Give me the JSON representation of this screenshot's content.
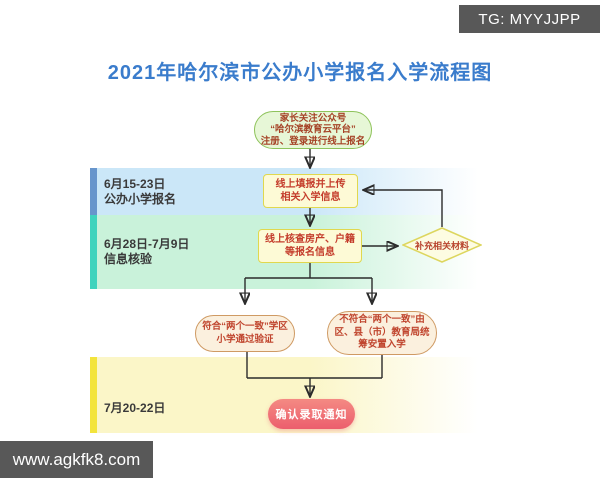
{
  "watermarks": {
    "top_right": "TG: MYYJJPP",
    "bottom_left": "www.agkfk8.com"
  },
  "title": "2021年哈尔滨市公办小学报名入学流程图",
  "timeline": {
    "phase1": {
      "date": "6月15-23日",
      "label": "公办小学报名"
    },
    "phase2": {
      "date": "6月28日-7月9日",
      "label": "信息核验"
    },
    "phase3": {
      "date": "7月20-22日"
    }
  },
  "nodes": {
    "start": {
      "lines": [
        "家长关注公众号",
        "“哈尔滨教育云平台”",
        "注册、登录进行线上报名"
      ]
    },
    "fill_info": {
      "lines": [
        "线上填报并上传",
        "相关入学信息"
      ]
    },
    "verify_info": {
      "lines": [
        "线上核查房产、户籍",
        "等报名信息"
      ]
    },
    "supplement": {
      "lines": [
        "补充相关材料"
      ]
    },
    "pass": {
      "lines": [
        "符合“两个一致”学区",
        "小学通过验证"
      ]
    },
    "fail": {
      "lines": [
        "不符合“两个一致”由",
        "区、县（市）教育局统",
        "筹安置入学"
      ]
    },
    "confirm": {
      "lines": [
        "确认录取通知"
      ]
    }
  },
  "colors": {
    "title_blue": "#3a7ccc",
    "band1_fill": "#cbe7f8",
    "band1_accent": "#6795cc",
    "band2_fill": "#c9f2da",
    "band2_accent": "#3fd3bd",
    "band3_fill": "#fbf6c8",
    "band3_accent": "#f3e43c",
    "start_fill": "#e7f7d7",
    "start_border": "#8fc35c",
    "process_fill": "#fdfad6",
    "process_border": "#e0d84e",
    "result_fill": "#fbf0de",
    "result_border": "#cf9a63",
    "confirm_fill": "#ec5e6d",
    "node_text_red": "#c43d2c",
    "connector": "#2b2b2b",
    "watermark_bg": "#585858"
  }
}
